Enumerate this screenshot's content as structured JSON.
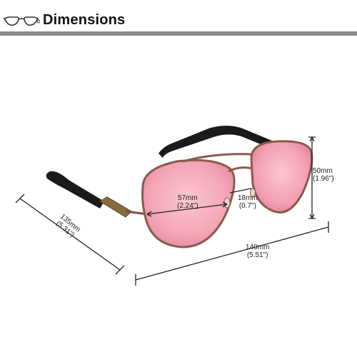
{
  "header": {
    "icon": "glasses-icon",
    "title": "Dimensions",
    "rule_color": "#8c8c8c"
  },
  "product": {
    "lens_color": "#f4a5b6",
    "frame_color": "#8a5a4e",
    "temple_color": "#1a1a1a"
  },
  "dimensions": {
    "lens_width": {
      "mm": "57mm",
      "in": "(2.24\")"
    },
    "bridge": {
      "mm": "18mm",
      "in": "(0.7\")"
    },
    "lens_height": {
      "mm": "50mm",
      "in": "(1.96\")"
    },
    "frame_width": {
      "mm": "140mm",
      "in": "(5.51\")"
    },
    "temple_length": {
      "mm": "135mm",
      "in": "(5.31\")"
    }
  }
}
